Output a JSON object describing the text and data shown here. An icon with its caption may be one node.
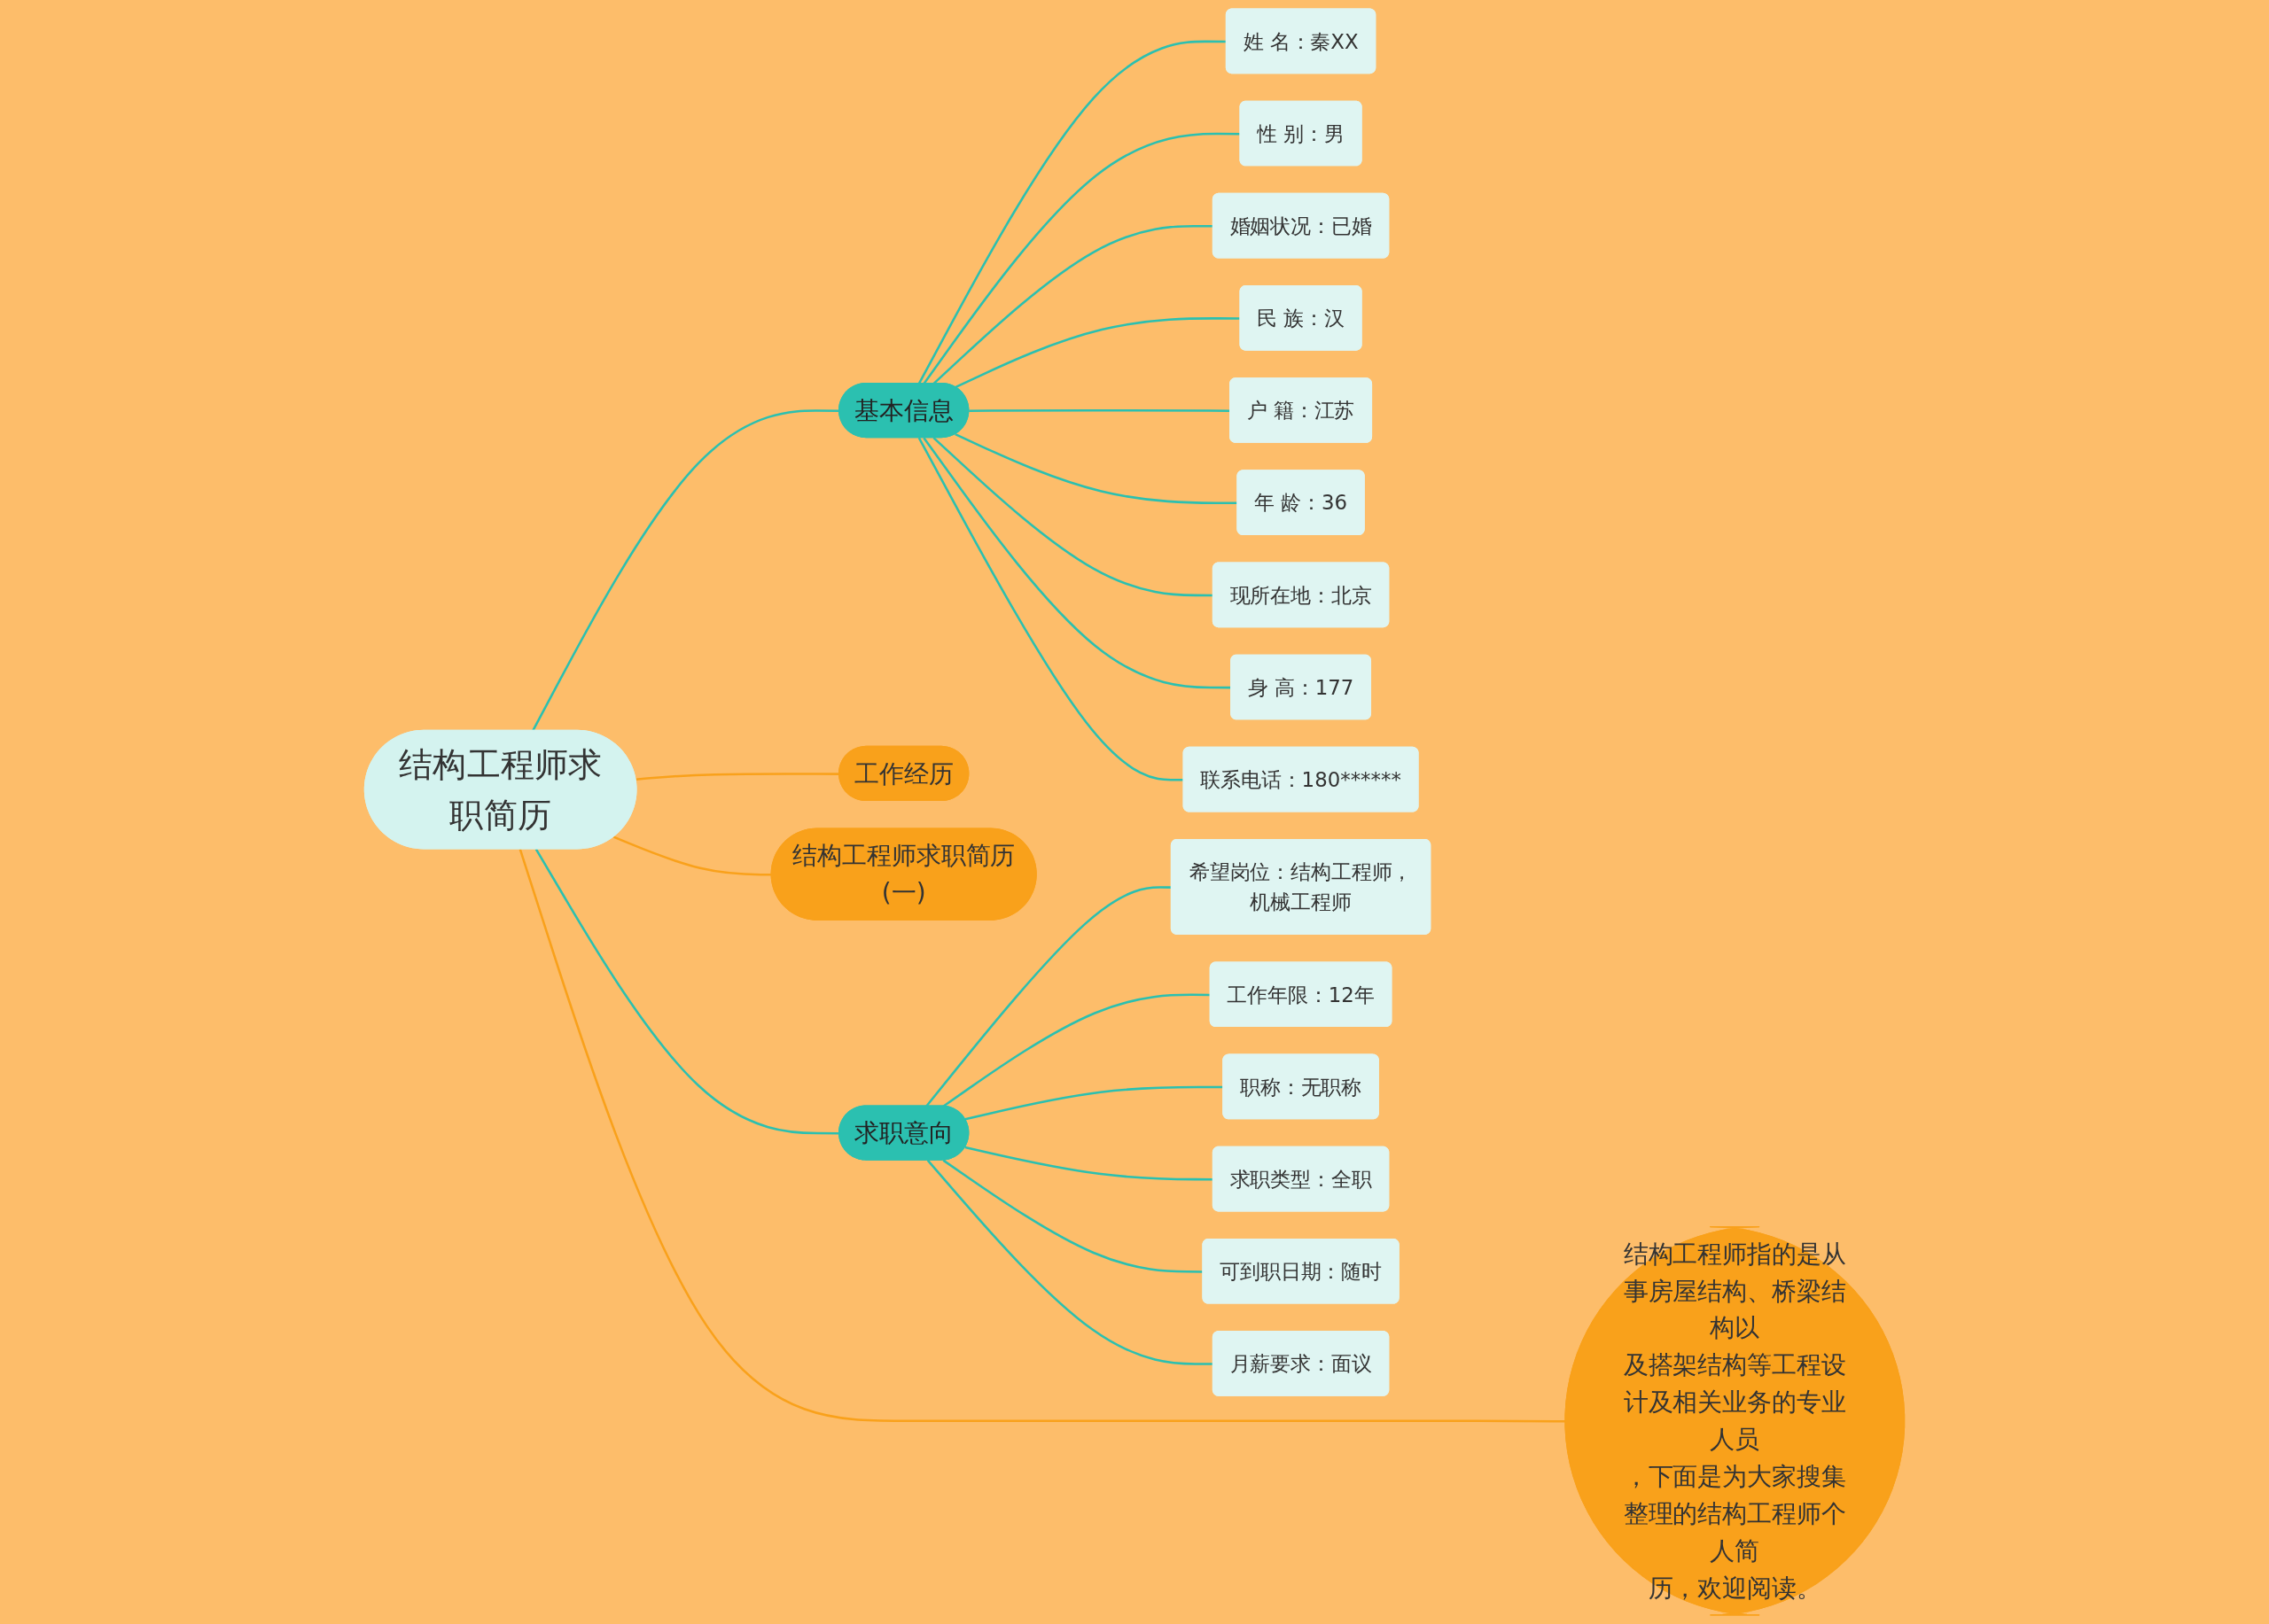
{
  "diagram": {
    "nodes": [
      {
        "text": [
          "结构工程师求职简历"
        ]
      },
      {
        "text": [
          "结构工程师指的是从事房屋结构、桥梁结构以及搭架结构等工程设计及相关业务的专业人员，下面是为大家搜集整理的结构工程师个人简历，欢迎阅读。"
        ]
      },
      {
        "text": [
          "基本信息"
        ]
      },
      {
        "text": [
          "姓 名：秦XX"
        ]
      },
      {
        "text": [
          "性 别：男"
        ]
      },
      {
        "text": [
          "婚姻状况：已婚"
        ]
      },
      {
        "text": [
          "民 族：汉"
        ]
      },
      {
        "text": [
          "户 籍：江苏"
        ]
      },
      {
        "text": [
          "年 龄：36"
        ]
      },
      {
        "text": [
          "现所在地：北京"
        ]
      },
      {
        "text": [
          "身 高：177"
        ]
      },
      {
        "text": [
          "联系电话：180******"
        ]
      },
      {
        "text": [
          "工作经历"
        ]
      },
      {
        "text": [
          "结构工程师求职简历(一)"
        ]
      },
      {
        "text": [
          "求职意向"
        ]
      },
      {
        "text": [
          "希望岗位：结构工程师，机械工程师"
        ]
      },
      {
        "text": [
          "工作年限：12年"
        ]
      },
      {
        "text": [
          "职称：无职称"
        ]
      },
      {
        "text": [
          "求职类型：全职"
        ]
      },
      {
        "text": [
          "可到职日期：随时"
        ]
      },
      {
        "text": [
          "月薪要求：面议"
        ]
      }
    ],
    "edges": [
      {
        "from": 0,
        "to": 1,
        "arrow": "none",
        "color": "#f9a11b"
      },
      {
        "from": 0,
        "to": 13,
        "arrow": "none",
        "color": "#f9a11b"
      },
      {
        "from": 0,
        "to": 2,
        "arrow": "none"
      },
      {
        "from": 0,
        "to": 14,
        "arrow": "none"
      },
      {
        "from": 0,
        "to": 12,
        "arrow": "none",
        "color": "#f9a11b"
      },
      {
        "from": 2,
        "to": 3,
        "arrow": "none"
      },
      {
        "from": 2,
        "to": 4,
        "arrow": "none"
      },
      {
        "from": 2,
        "to": 5,
        "arrow": "none"
      },
      {
        "from": 2,
        "to": 6,
        "arrow": "none"
      },
      {
        "from": 2,
        "to": 7,
        "arrow": "none"
      },
      {
        "from": 2,
        "to": 8,
        "arrow": "none"
      },
      {
        "from": 2,
        "to": 9,
        "arrow": "none"
      },
      {
        "from": 2,
        "to": 10,
        "arrow": "none"
      },
      {
        "from": 2,
        "to": 11,
        "arrow": "none"
      },
      {
        "from": 14,
        "to": 15,
        "arrow": "none"
      },
      {
        "from": 14,
        "to": 16,
        "arrow": "none"
      },
      {
        "from": 14,
        "to": 17,
        "arrow": "none"
      },
      {
        "from": 14,
        "to": 18,
        "arrow": "none"
      },
      {
        "from": 14,
        "to": 19,
        "arrow": "none"
      },
      {
        "from": 14,
        "to": 20,
        "arrow": "none"
      }
    ]
  }
}
